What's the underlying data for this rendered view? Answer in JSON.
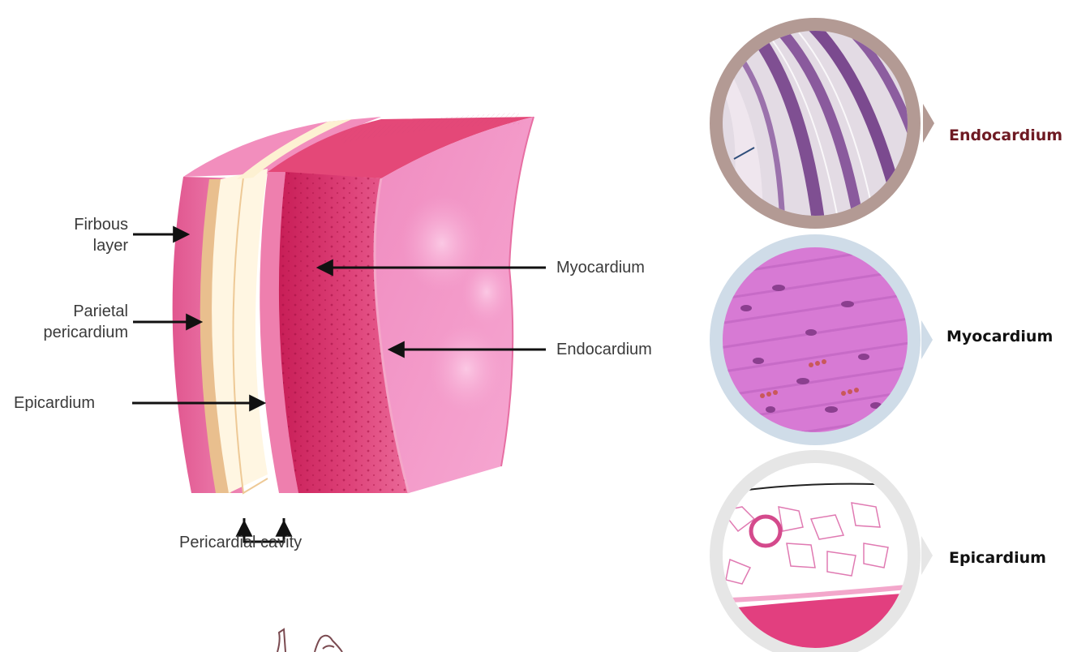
{
  "diagram": {
    "labels": {
      "fibrous_line1": "Firbous",
      "fibrous_line2": "layer",
      "parietal_line1": "Parietal",
      "parietal_line2": "pericardium",
      "epicardium": "Epicardium",
      "myocardium": "Myocardium",
      "endocardium": "Endocardium",
      "pericardial_cavity": "Pericardial cavity"
    }
  },
  "micrographs": [
    {
      "label": "Endocardium",
      "label_color": "#6e1a23",
      "ring_color": "#b39a94"
    },
    {
      "label": "Myocardium",
      "label_color": "#111111",
      "ring_color": "#cfdce8"
    },
    {
      "label": "Epicardium",
      "label_color": "#111111",
      "ring_color": "#e6e6e6"
    }
  ]
}
